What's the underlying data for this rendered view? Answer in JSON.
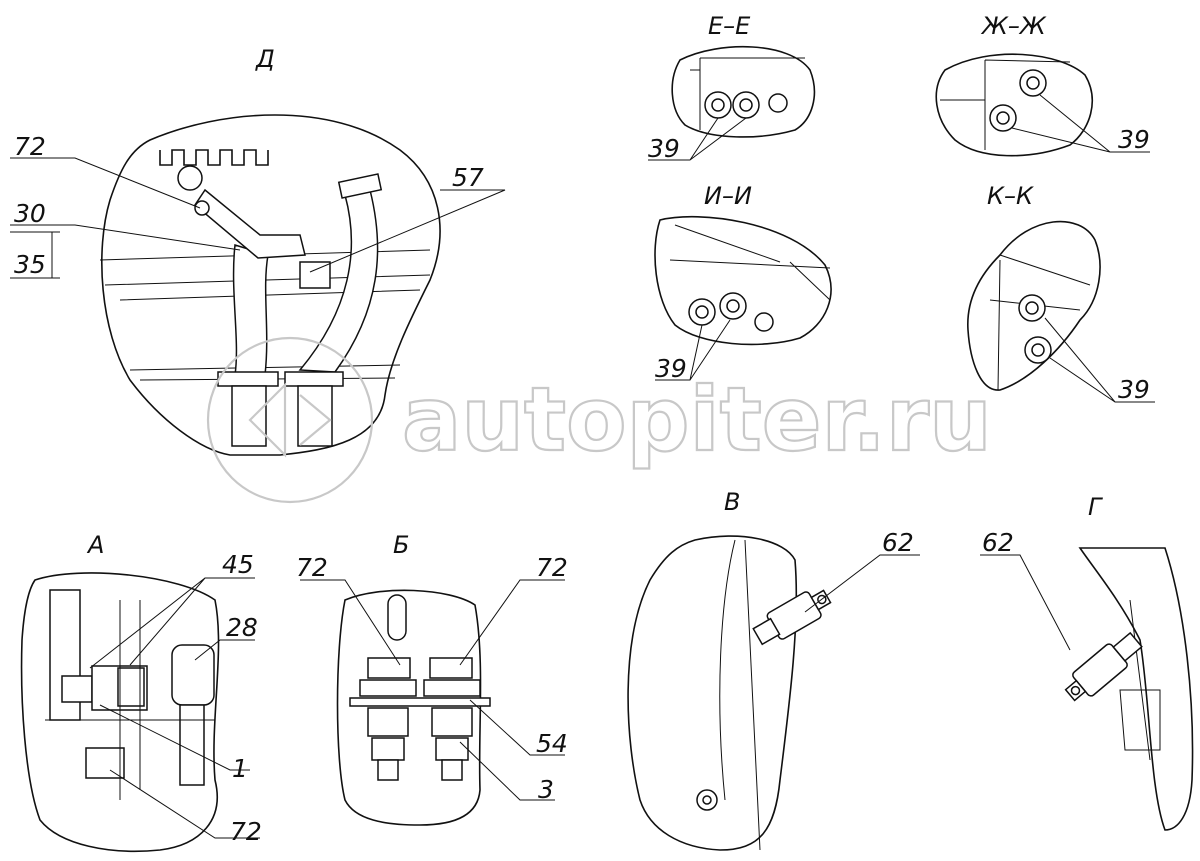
{
  "views": {
    "d": "Д",
    "ee": "Е–Е",
    "zhzh": "Ж–Ж",
    "ii": "И–И",
    "kk": "К–К",
    "v": "В",
    "g": "Г",
    "a": "А",
    "b": "Б"
  },
  "refs": {
    "d_72": "72",
    "d_30": "30",
    "d_35": "35",
    "d_57": "57",
    "ee_39": "39",
    "zhzh_39": "39",
    "ii_39": "39",
    "kk_39": "39",
    "v_62": "62",
    "g_62": "62",
    "a_45": "45",
    "a_28": "28",
    "a_1": "1",
    "a_72": "72",
    "b_72_left": "72",
    "b_72_right": "72",
    "b_54": "54",
    "b_3": "3"
  },
  "watermark": "autopiter.ru"
}
